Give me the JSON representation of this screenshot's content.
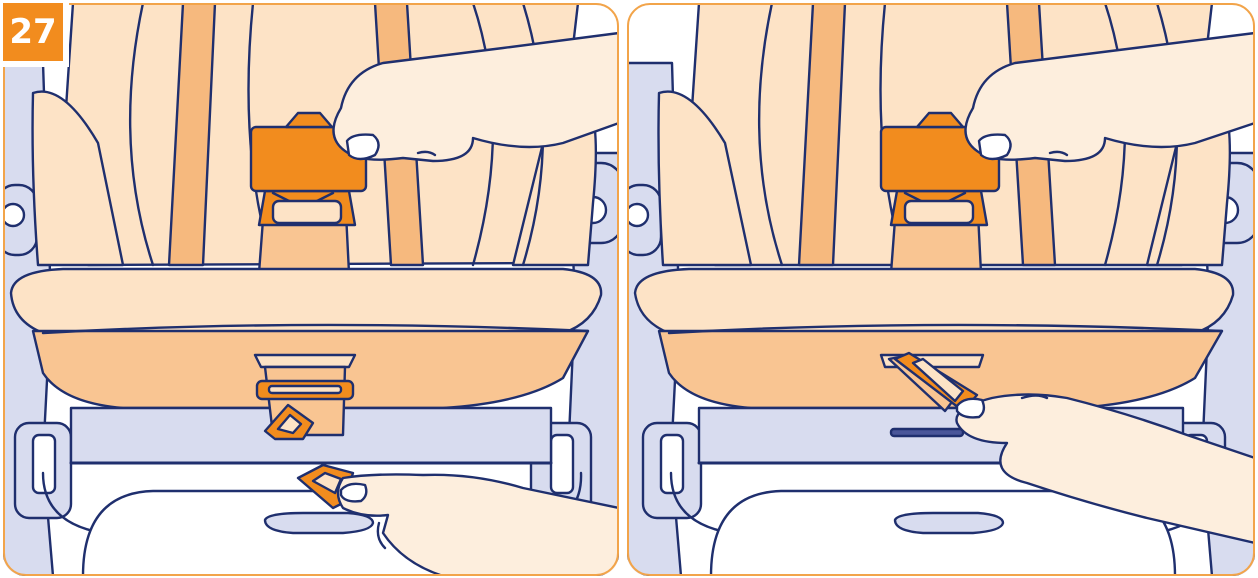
{
  "step": {
    "number": "27"
  },
  "colors": {
    "accent": "#f28c1e",
    "outline": "#1f2f6e",
    "frame": "#d8dcef",
    "fabric_light": "#fde3c6",
    "fabric_mid": "#f9c592",
    "fabric_strap": "#f6b97e",
    "skin": "#fdeedd",
    "panel_border": "#f2a44a"
  },
  "panels": [
    {
      "id": "left",
      "state": "buckle-released-strap-pulled-down"
    },
    {
      "id": "right",
      "state": "strap-pushed-up-through-slot"
    }
  ]
}
